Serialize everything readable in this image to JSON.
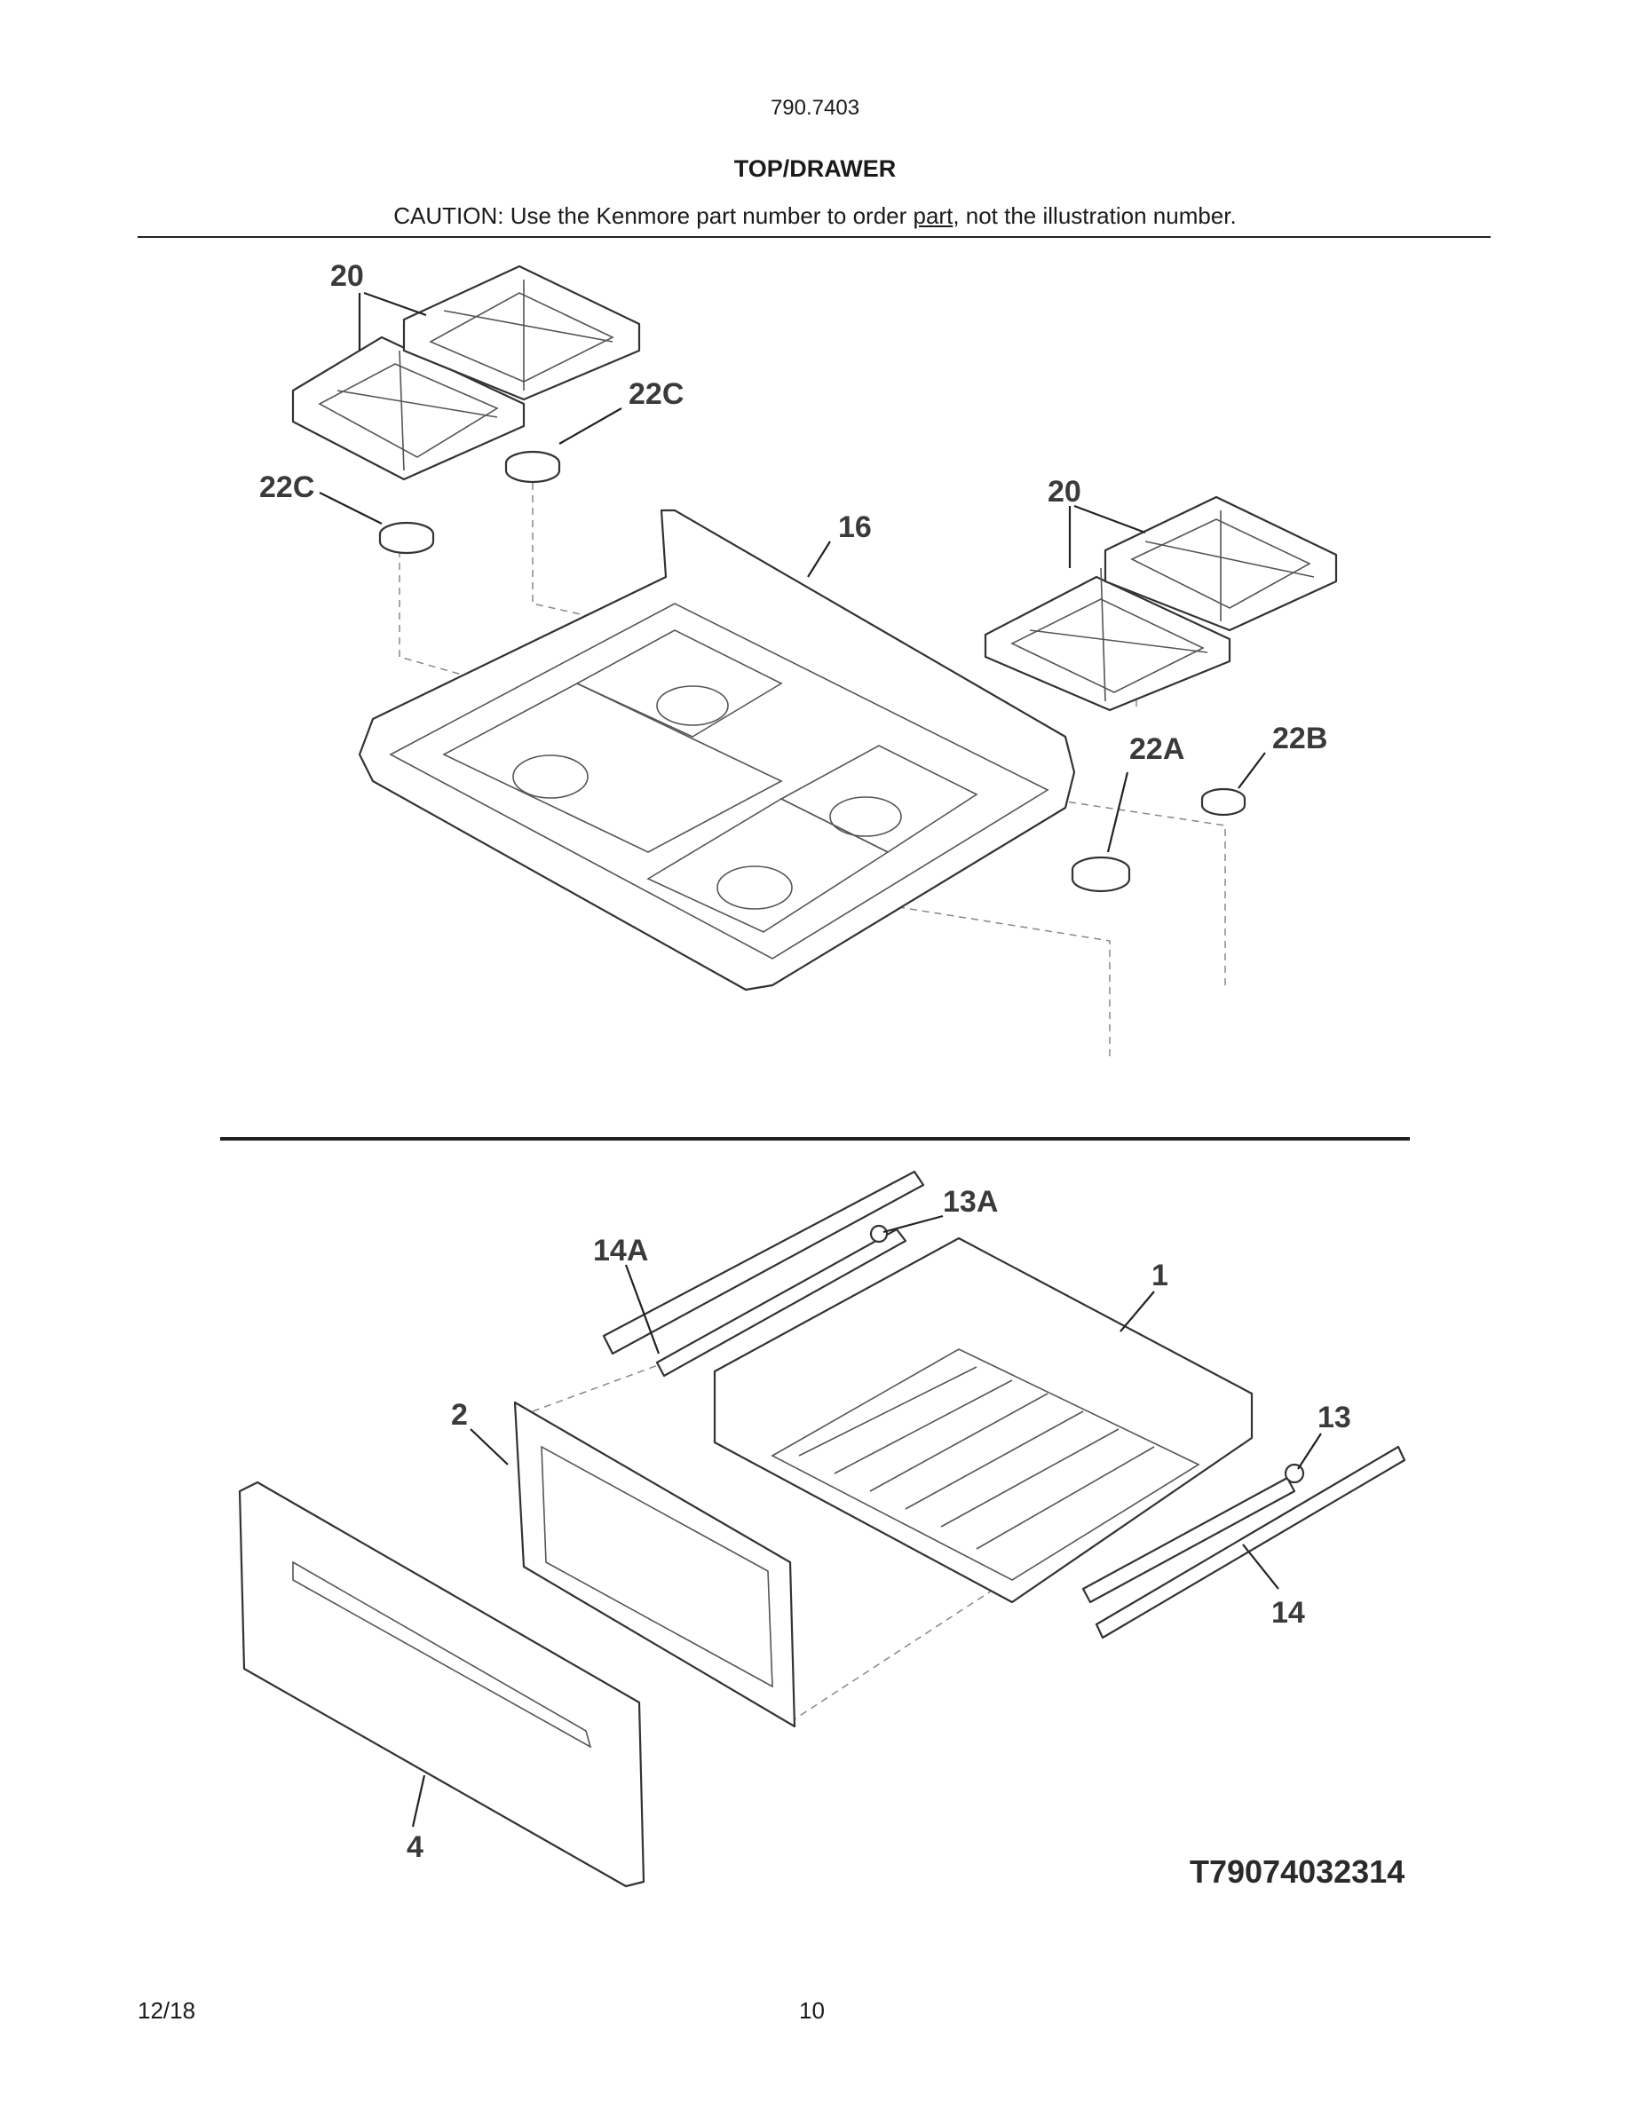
{
  "header": {
    "model": "790.7403",
    "title": "TOP/DRAWER",
    "caution_before": "CAUTION: Use the Kenmore part number to order ",
    "caution_underlined": "part",
    "caution_after": ", not the illustration number."
  },
  "callouts": {
    "grates_left": "20",
    "cap_left_upper": "22C",
    "cap_left_lower": "22C",
    "cooktop": "16",
    "grates_right": "20",
    "cap_22a": "22A",
    "cap_22b": "22B",
    "slide_14a": "14A",
    "roller_13a": "13A",
    "drawer_body": "1",
    "drawer_liner": "2",
    "roller_13": "13",
    "slide_14": "14",
    "drawer_front": "4"
  },
  "diagram_code": "T79074032314",
  "footer": {
    "date": "12/18",
    "page": "10"
  }
}
